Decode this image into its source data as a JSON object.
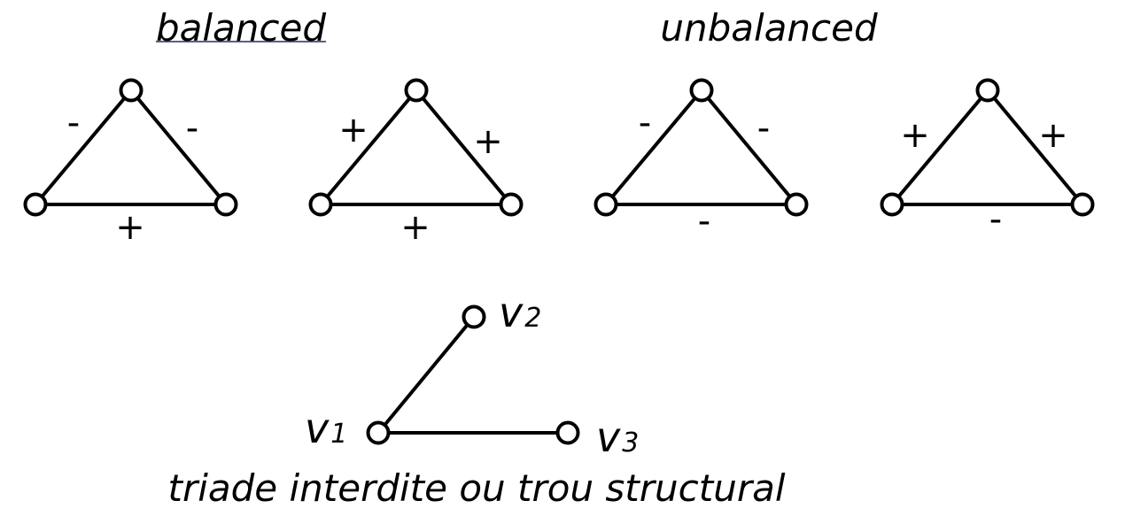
{
  "headings": {
    "balanced": "balanced",
    "unbalanced": "unbalanced"
  },
  "triads": [
    {
      "group": "balanced",
      "left": "-",
      "right": "-",
      "bottom": "+"
    },
    {
      "group": "balanced",
      "left": "+",
      "right": "+",
      "bottom": "+"
    },
    {
      "group": "unbalanced",
      "left": "-",
      "right": "-",
      "bottom": "-"
    },
    {
      "group": "unbalanced",
      "left": "+",
      "right": "+",
      "bottom": "-"
    }
  ],
  "open_triad": {
    "v1": {
      "name": "v",
      "sub": "1"
    },
    "v2": {
      "name": "v",
      "sub": "2"
    },
    "v3": {
      "name": "v",
      "sub": "3"
    },
    "caption": "triade interdite ou trou structural"
  }
}
